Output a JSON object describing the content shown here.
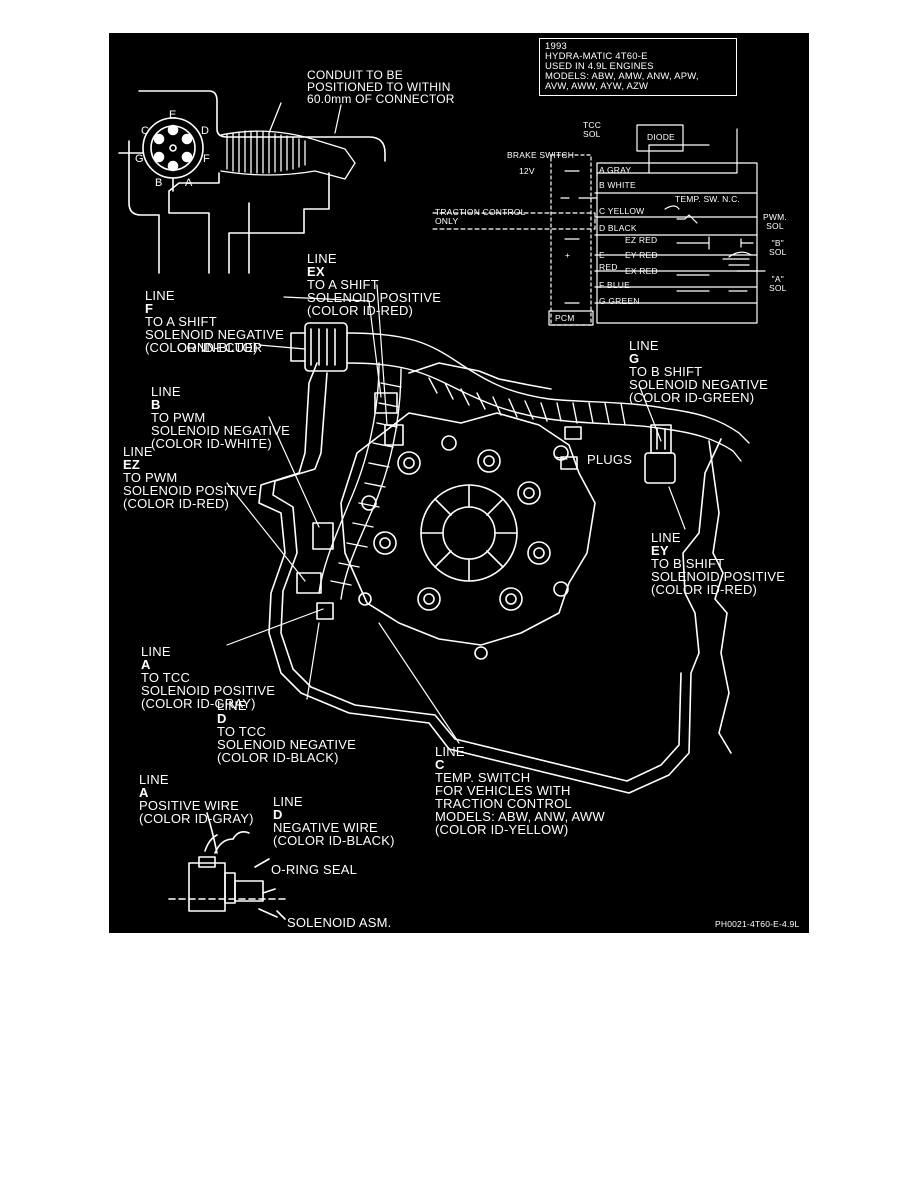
{
  "info_box": {
    "line1": "1993",
    "line2": "HYDRA-MATIC 4T60-E",
    "line3": "USED IN 4.9L ENGINES",
    "line4": "MODELS: ABW, AMW, ANW, APW,",
    "line5": "AVW, AWW, AYW, AZW"
  },
  "conduit_note": {
    "line1": "CONDUIT TO BE",
    "line2": "POSITIONED TO WITHIN",
    "line3": "60.0mm OF CONNECTOR"
  },
  "connector_pins": {
    "a": "A",
    "b": "B",
    "c": "C",
    "d": "D",
    "e": "E",
    "f": "F",
    "g": "G"
  },
  "schematic": {
    "tcc_sol": "TCC\nSOL",
    "tcc_1": "TCC",
    "tcc_2": "SOL",
    "diode": "DIODE",
    "brake_switch": "BRAKE SWITCH",
    "v12": "12V",
    "a_gray": "A GRAY",
    "b_white": "B WHITE",
    "c_yellow": "C YELLOW",
    "d_black": "D BLACK",
    "temp_sw": "TEMP. SW. N.C.",
    "traction_1": "TRACTION CONTROL",
    "traction_2": "ONLY",
    "ez_red": "EZ RED",
    "e": "E",
    "ey_red": "EY RED",
    "red": "RED",
    "ex_red": "EX RED",
    "f_blue": "F BLUE",
    "g_green": "G GREEN",
    "pcm": "PCM",
    "pwm_1": "PWM.",
    "pwm_2": "SOL",
    "b_sol_1": "\"B\"",
    "b_sol_2": "SOL",
    "a_sol_1": "\"A\"",
    "a_sol_2": "SOL",
    "plus": "+"
  },
  "callouts": {
    "line_ex": {
      "l1a": "LINE ",
      "l1b": "EX",
      "l1c": " TO A SHIFT",
      "l2": "SOLENOID POSITIVE",
      "l3": "(COLOR ID-RED)"
    },
    "line_f": {
      "l1a": "LINE ",
      "l1b": "F",
      "l1c": " TO A SHIFT",
      "l2": "SOLENOID NEGATIVE",
      "l3": "(COLOR ID-BLUE)"
    },
    "connector": "CONNECTOR",
    "line_g": {
      "l1a": "LINE ",
      "l1b": "G",
      "l1c": " TO B SHIFT",
      "l2": "SOLENOID NEGATIVE",
      "l3": "(COLOR ID-GREEN)"
    },
    "line_b": {
      "l1a": "LINE ",
      "l1b": "B",
      "l1c": " TO PWM",
      "l2": "SOLENOID NEGATIVE",
      "l3": "(COLOR ID-WHITE)"
    },
    "line_ez": {
      "l1a": "LINE ",
      "l1b": "EZ",
      "l1c": " TO PWM",
      "l2": "SOLENOID POSITIVE",
      "l3": "(COLOR ID-RED)"
    },
    "plugs": "PLUGS",
    "line_ey": {
      "l1a": "LINE ",
      "l1b": "EY",
      "l1c": " TO B SHIFT",
      "l2": "SOLENOID POSITIVE",
      "l3": "(COLOR ID-RED)"
    },
    "line_a": {
      "l1a": "LINE ",
      "l1b": "A",
      "l1c": " TO TCC",
      "l2": "SOLENOID POSITIVE",
      "l3": "(COLOR ID-GRAY)"
    },
    "line_d": {
      "l1a": "LINE ",
      "l1b": "D",
      "l1c": " TO TCC",
      "l2": "SOLENOID NEGATIVE",
      "l3": "(COLOR ID-BLACK)"
    },
    "line_c": {
      "l1a": "LINE ",
      "l1b": "C",
      "l2": "TEMP. SWITCH",
      "l3": "FOR VEHICLES WITH",
      "l4": "TRACTION CONTROL",
      "l5": "MODELS: ABW, ANW, AWW",
      "l6": "(COLOR ID-YELLOW)"
    }
  },
  "detail": {
    "line_a_1a": "LINE ",
    "line_a_1b": "A",
    "line_a_2": "POSITIVE WIRE",
    "line_a_3": "(COLOR ID-GRAY)",
    "line_d_1a": "LINE ",
    "line_d_1b": "D",
    "line_d_2": "NEGATIVE WIRE",
    "line_d_3": "(COLOR ID-BLACK)",
    "o_ring": "O-RING SEAL",
    "solenoid": "SOLENOID ASM."
  },
  "figure_id": "PH0021-4T60-E-4.9L",
  "colors": {
    "background": "#000000",
    "ink": "#ffffff",
    "page": "#ffffff"
  }
}
